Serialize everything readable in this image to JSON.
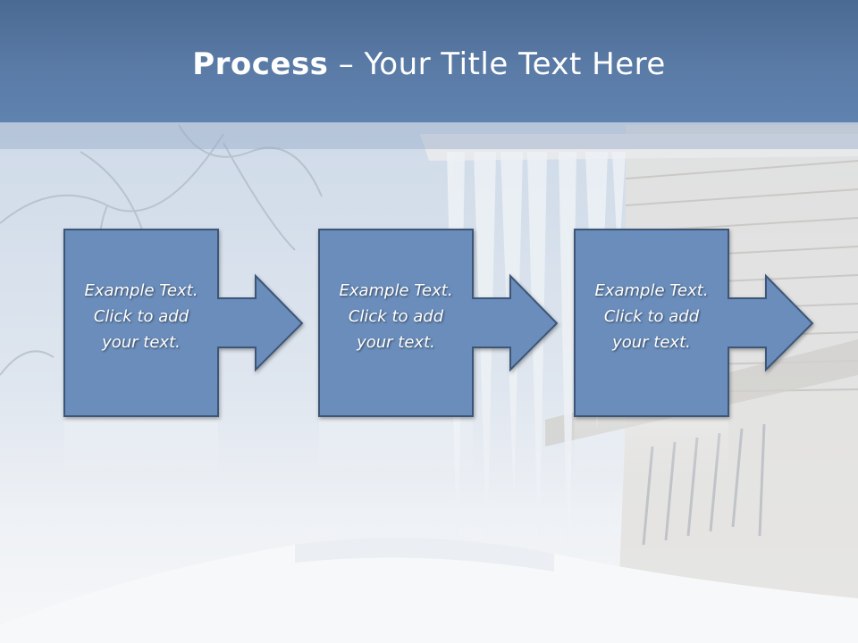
{
  "slide": {
    "title_bold": "Process",
    "title_rest": " – Your Title Text Here"
  },
  "process_steps": [
    {
      "text": "Example Text.\nClick  to add\nyour text."
    },
    {
      "text": "Example Text.\nClick  to add\nyour text."
    },
    {
      "text": "Example Text.\nClick  to add\nyour text."
    }
  ],
  "colors": {
    "title_bar": "#5a7ba6",
    "box_fill": "#6b8dbb",
    "box_stroke": "#3e5678"
  }
}
